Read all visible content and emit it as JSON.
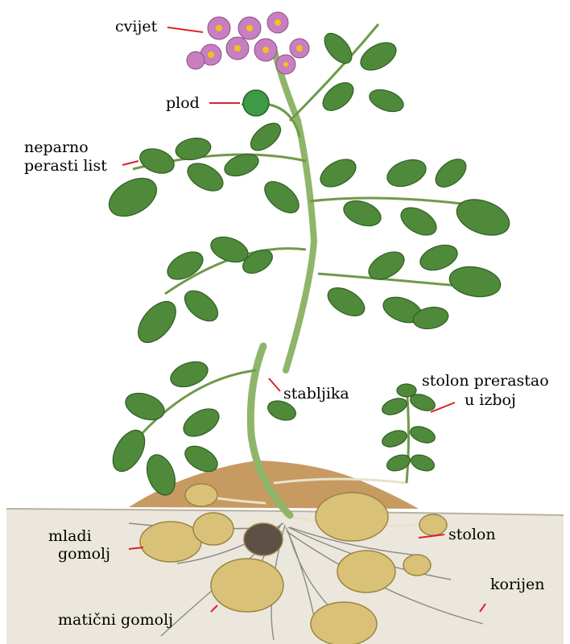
{
  "labels": {
    "flower": "cvijet",
    "fruit": "plod",
    "leaf_line1": "neparno",
    "leaf_line2": "perasti list",
    "stem": "stabljika",
    "stolon_shoot_line1": "stolon prerastao",
    "stolon_shoot_line2": "u izboj",
    "young_tuber_line1": "mladi",
    "young_tuber_line2": "gomolj",
    "stolon": "stolon",
    "mother_tuber": "matični gomolj",
    "root": "korijen"
  },
  "colors": {
    "leader_line": "#d9242b",
    "leaf": "#4f8a3a",
    "leaf_dark": "#2f5e24",
    "stem": "#8fb56a",
    "flower": "#c77fc0",
    "flower_center": "#f2c21b",
    "fruit": "#3f9a45",
    "soil_top": "#c79a62",
    "soil_ground": "#ece7dc",
    "tuber": "#d9c177",
    "root": "#8a8a86"
  }
}
